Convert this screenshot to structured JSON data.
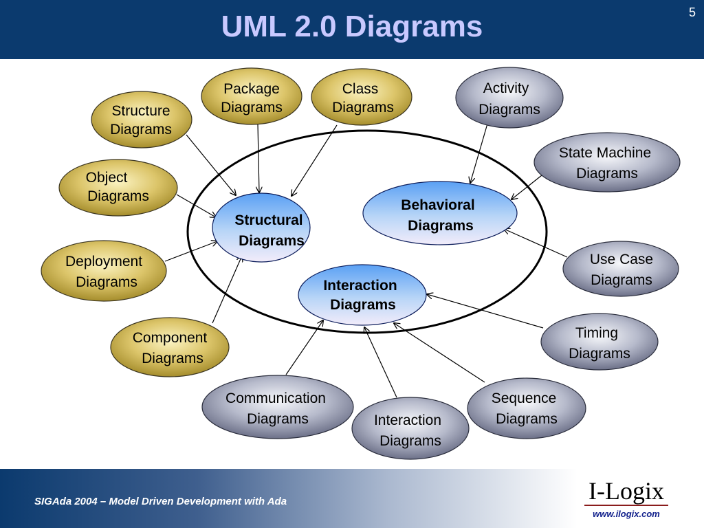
{
  "slide": {
    "title": "UML 2.0 Diagrams",
    "page_number": "5",
    "footer_text": "SIGAda 2004 – Model Driven Development with Ada",
    "logo_text": "I-Logix",
    "logo_url": "www.ilogix.com"
  },
  "colors": {
    "header": "#0b3a6e",
    "title": "#c9c9ff",
    "gold_node": "#d4bd5c",
    "gray_node": "#9aa0b4",
    "blue_node": "#7fb2f4"
  },
  "diagram": {
    "nodes": {
      "structural": {
        "line1": "Structural",
        "line2": "Diagrams"
      },
      "behavioral": {
        "line1": "Behavioral",
        "line2": "Diagrams"
      },
      "interaction_center": {
        "line1": "Interaction",
        "line2": "Diagrams"
      },
      "package": {
        "line1": "Package",
        "line2": "Diagrams"
      },
      "class": {
        "line1": "Class",
        "line2": "Diagrams"
      },
      "structure": {
        "line1": "Structure",
        "line2": "Diagrams"
      },
      "object": {
        "line1": "Object",
        "line2": "Diagrams"
      },
      "deployment": {
        "line1": "Deployment",
        "line2": "Diagrams"
      },
      "component": {
        "line1": "Component",
        "line2": "Diagrams"
      },
      "activity": {
        "line1": "Activity",
        "line2": "Diagrams"
      },
      "state_machine": {
        "line1": "State Machine",
        "line2": "Diagrams"
      },
      "use_case": {
        "line1": "Use Case",
        "line2": "Diagrams"
      },
      "timing": {
        "line1": "Timing",
        "line2": "Diagrams"
      },
      "sequence": {
        "line1": "Sequence",
        "line2": "Diagrams"
      },
      "interaction_outer": {
        "line1": "Interaction",
        "line2": "Diagrams"
      },
      "communication": {
        "line1": "Communication",
        "line2": "Diagrams"
      }
    }
  }
}
